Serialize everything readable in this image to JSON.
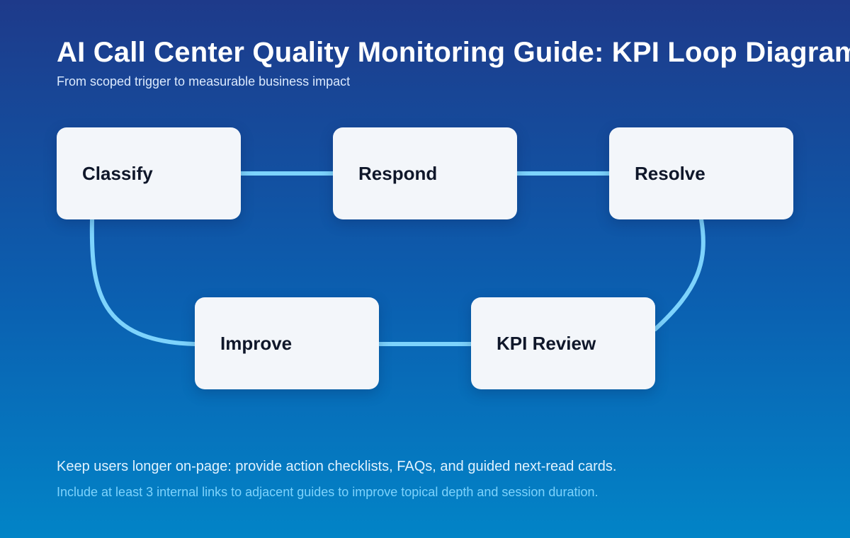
{
  "header": {
    "title": "AI Call Center Quality Monitoring Guide: KPI Loop Diagram",
    "subtitle": "From scoped trigger to measurable business impact"
  },
  "diagram": {
    "nodes": [
      {
        "id": "classify",
        "label": "Classify"
      },
      {
        "id": "respond",
        "label": "Respond"
      },
      {
        "id": "resolve",
        "label": "Resolve"
      },
      {
        "id": "kpi-review",
        "label": "KPI Review"
      },
      {
        "id": "improve",
        "label": "Improve"
      }
    ],
    "edges": [
      {
        "from": "classify",
        "to": "respond"
      },
      {
        "from": "respond",
        "to": "resolve"
      },
      {
        "from": "resolve",
        "to": "kpi-review"
      },
      {
        "from": "kpi-review",
        "to": "improve"
      },
      {
        "from": "improve",
        "to": "classify"
      }
    ],
    "colors": {
      "background_top": "#1e3a8a",
      "background_bottom": "#0284c7",
      "node_fill": "#f3f6fa",
      "connector": "#7dd3fc",
      "label_text": "#0f172a"
    }
  },
  "footer": {
    "note": "Keep users longer on-page: provide action checklists, FAQs, and guided next-read cards.",
    "tip": "Include at least 3 internal links to adjacent guides to improve topical depth and session duration."
  }
}
